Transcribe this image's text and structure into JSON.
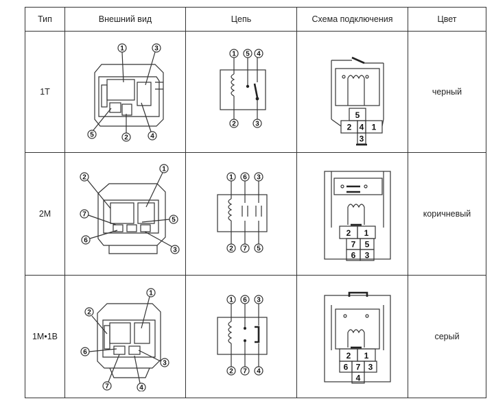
{
  "header": {
    "type": "Тип",
    "appearance": "Внешний вид",
    "circuit": "Цепь",
    "wiring": "Схема подключения",
    "color": "Цвет"
  },
  "rows": [
    {
      "type": "1T",
      "color": "черный",
      "appearance_pins": [
        "1",
        "3",
        "5",
        "2",
        "4"
      ],
      "circuit_top": [
        "1",
        "5",
        "4"
      ],
      "circuit_bottom": [
        "2",
        "3"
      ],
      "wiring_pins": [
        "5",
        "2",
        "4",
        "1",
        "3"
      ]
    },
    {
      "type": "2M",
      "color": "коричневый",
      "appearance_pins": [
        "1",
        "2",
        "7",
        "5",
        "6",
        "3"
      ],
      "circuit_top": [
        "1",
        "6",
        "3"
      ],
      "circuit_bottom": [
        "2",
        "7",
        "5"
      ],
      "wiring_pins": [
        "2",
        "1",
        "7",
        "5",
        "6",
        "3"
      ]
    },
    {
      "type": "1M•1B",
      "color": "серый",
      "appearance_pins": [
        "1",
        "2",
        "6",
        "3",
        "7",
        "4"
      ],
      "circuit_top": [
        "1",
        "6",
        "3"
      ],
      "circuit_bottom": [
        "2",
        "7",
        "4"
      ],
      "wiring_pins": [
        "2",
        "1",
        "6",
        "7",
        "3",
        "4"
      ]
    }
  ]
}
